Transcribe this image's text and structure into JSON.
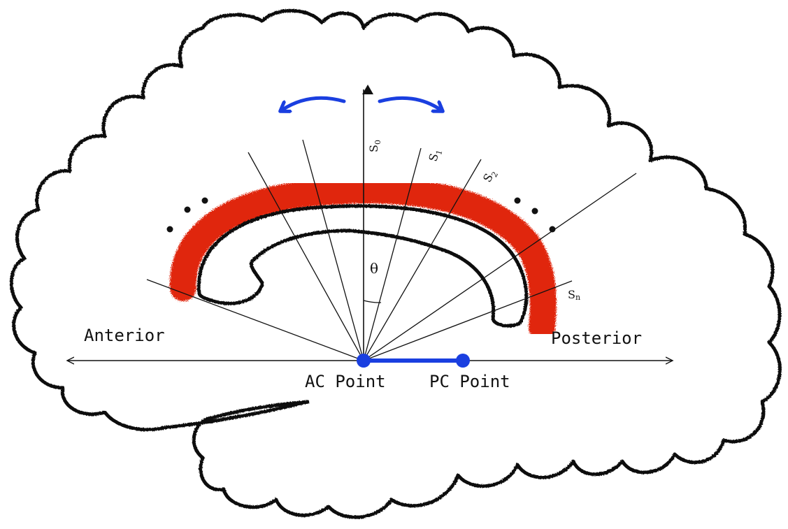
{
  "labels": {
    "anterior": "Anterior",
    "posterior": "Posterior",
    "ac_point": "AC Point",
    "pc_point": "PC Point",
    "theta": "θ",
    "s0_base": "S",
    "s0_sub": "0",
    "s1_base": "S",
    "s1_sub": "1",
    "s2_base": "S",
    "s2_sub": "2",
    "sn_base": "S",
    "sn_sub": "n"
  },
  "colors": {
    "outline": "#111111",
    "corpus_callosum": "#e0260f",
    "rotation_arrows": "#1a3fe0",
    "ac_pc_line": "#1a3fe0"
  }
}
